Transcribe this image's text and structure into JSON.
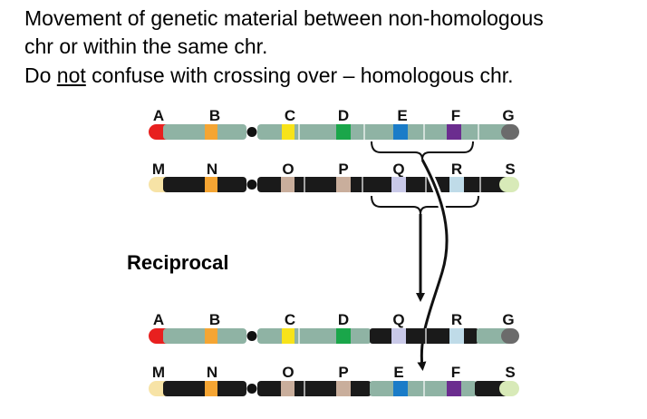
{
  "caption": {
    "line1": "Movement of genetic material between non-homologous",
    "line2": "chr or within the same chr.",
    "line3_prefix": "Do ",
    "line3_underlined": "not",
    "line3_suffix": " confuse with crossing over – homologous chr."
  },
  "section_label": "Reciprocal",
  "colors": {
    "arm_green": "#8fb3a4",
    "arm_black": "#1a1a1a",
    "centromere": "#111111",
    "tip_grey": "#6b6b6b",
    "red": "#e8201f",
    "orange": "#f5a533",
    "yellow": "#f7e31a",
    "green": "#1aa64a",
    "blue": "#1a7cc8",
    "purple": "#6b2d8f",
    "pale_yellow": "#f7e3a6",
    "beige": "#c9ae9c",
    "lavender": "#c9c9e8",
    "light_blue": "#bfdbe8",
    "light_green": "#d8eab8"
  },
  "chromosomes": [
    {
      "id": "chr1-before",
      "labels": [
        "A",
        "B",
        "C",
        "D",
        "E",
        "F",
        "G"
      ],
      "bands": [
        {
          "color": "red",
          "name": "locus-A"
        },
        {
          "color": "orange",
          "name": "locus-B"
        },
        {
          "color": "yellow",
          "name": "locus-C"
        },
        {
          "color": "green",
          "name": "locus-D"
        },
        {
          "color": "blue",
          "name": "locus-E"
        },
        {
          "color": "purple",
          "name": "locus-F"
        }
      ]
    },
    {
      "id": "chr2-before",
      "labels": [
        "M",
        "N",
        "O",
        "P",
        "Q",
        "R",
        "S"
      ],
      "bands": [
        {
          "color": "pale_yellow",
          "name": "locus-M"
        },
        {
          "color": "orange",
          "name": "locus-N"
        },
        {
          "color": "beige",
          "name": "locus-O"
        },
        {
          "color": "beige",
          "name": "locus-P"
        },
        {
          "color": "lavender",
          "name": "locus-Q"
        },
        {
          "color": "light_blue",
          "name": "locus-R"
        },
        {
          "color": "light_green",
          "name": "locus-S"
        }
      ]
    },
    {
      "id": "chr1-after",
      "labels": [
        "A",
        "B",
        "C",
        "D",
        "Q",
        "R",
        "G"
      ]
    },
    {
      "id": "chr2-after",
      "labels": [
        "M",
        "N",
        "O",
        "P",
        "E",
        "F",
        "S"
      ]
    }
  ]
}
